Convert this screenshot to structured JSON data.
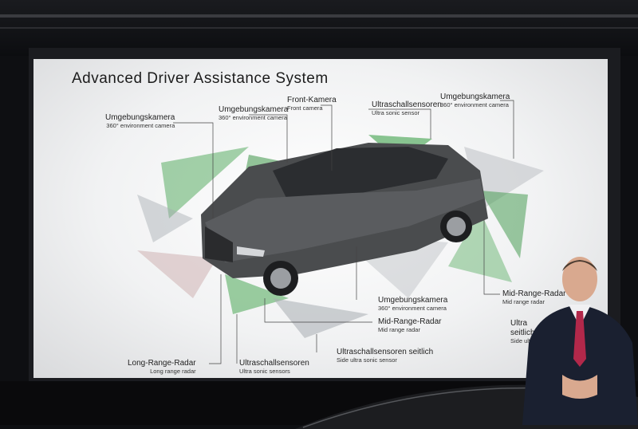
{
  "slide": {
    "title": "Advanced Driver Assistance System"
  },
  "labels": [
    {
      "id": "umg-left",
      "de": "Umgebungskamera",
      "en": "360° environment camera"
    },
    {
      "id": "umg-top",
      "de": "Umgebungskamera",
      "en": "360° environment camera"
    },
    {
      "id": "front",
      "de": "Front-Kamera",
      "en": "Front camera"
    },
    {
      "id": "ultra-top",
      "de": "Ultraschallsensoren",
      "en": "Ultra sonic sensor"
    },
    {
      "id": "umg-right",
      "de": "Umgebungskamera",
      "en": "360° environment camera"
    },
    {
      "id": "umg-center",
      "de": "Umgebungskamera",
      "en": "360° environment camera"
    },
    {
      "id": "mid-center",
      "de": "Mid-Range-Radar",
      "en": "Mid range radar"
    },
    {
      "id": "mid-right",
      "de": "Mid-Range-Radar",
      "en": "Mid range radar"
    },
    {
      "id": "ultra-side",
      "de": "Ultraschallsensoren seitlich",
      "en": "Side ultra sonic sensor"
    },
    {
      "id": "long",
      "de": "Long-Range-Radar",
      "en": "Long range radar"
    },
    {
      "id": "ultra-bottom",
      "de": "Ultraschallsensoren",
      "en": "Ultra sonic sensors"
    },
    {
      "id": "ultra-cut",
      "de": "Ultra",
      "en": "Side ultr"
    },
    {
      "id": "seit-cut",
      "de": "seitlich",
      "en": ""
    }
  ],
  "colors": {
    "sensor_green": "#2f9a3a",
    "car_body": "#4a4c4e",
    "screen_bg": "#f2f3f4"
  }
}
